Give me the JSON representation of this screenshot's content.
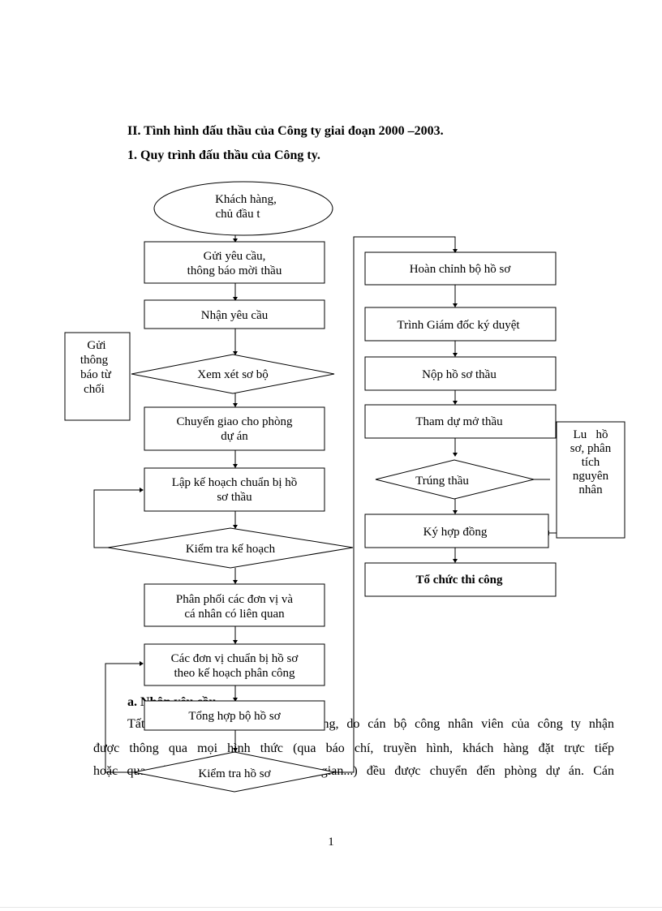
{
  "section_title": "II. Tình hình đấu thầu của Công ty giai đoạn 2000 –2003.",
  "subsection_title": "1. Quy trình đấu thầu của Công ty.",
  "flow": {
    "start": [
      "Khách hàng,",
      "chủ đầu t"
    ],
    "left": [
      [
        "Gửi yêu cầu,",
        "thông báo mời thầu"
      ],
      [
        "Nhận yêu cầu"
      ],
      [
        "Xem xét sơ bộ"
      ],
      [
        "Chuyển giao cho phòng",
        "dự án"
      ],
      [
        "Lập kế hoạch chuẩn bị hồ",
        "sơ thầu"
      ],
      [
        "Kiểm tra kế hoạch"
      ],
      [
        "Phân phối các đơn vị và",
        "cá nhân có liên quan"
      ],
      [
        "Các đơn vị chuẩn bị hồ sơ",
        "theo kế hoạch phân công"
      ],
      [
        "Tổng hợp bộ hồ sơ"
      ],
      [
        "Kiểm tra hồ sơ"
      ]
    ],
    "reject": [
      "Gửi",
      "thông",
      "báo từ",
      "chối"
    ],
    "right": [
      [
        "Hoàn chỉnh bộ hồ sơ"
      ],
      [
        "Trình Giám đốc ký duyệt"
      ],
      [
        "Nộp hồ sơ thầu"
      ],
      [
        "Tham dự mở thầu"
      ],
      [
        "Trúng thầu"
      ],
      [
        "Ký hợp đồng"
      ],
      [
        "Tổ chức thi công"
      ]
    ],
    "archive": [
      "Lu   hồ",
      "sơ, phân",
      "tích",
      "nguyên",
      "nhân"
    ]
  },
  "subheading_a": "a. Nhận yêu cầu",
  "paragraph": [
    "Tất cả các yêu cầu do khách hàng, do cán bộ công nhân viên của công ty nhận",
    "được thông qua mọi hình thức (qua báo chí, truyền hình, khách hàng đặt trực tiếp",
    "hoặc qua các đơn vị cá nhân trung gian...) đều được chuyển đến phòng dự án. Cán"
  ],
  "page_number": "1"
}
